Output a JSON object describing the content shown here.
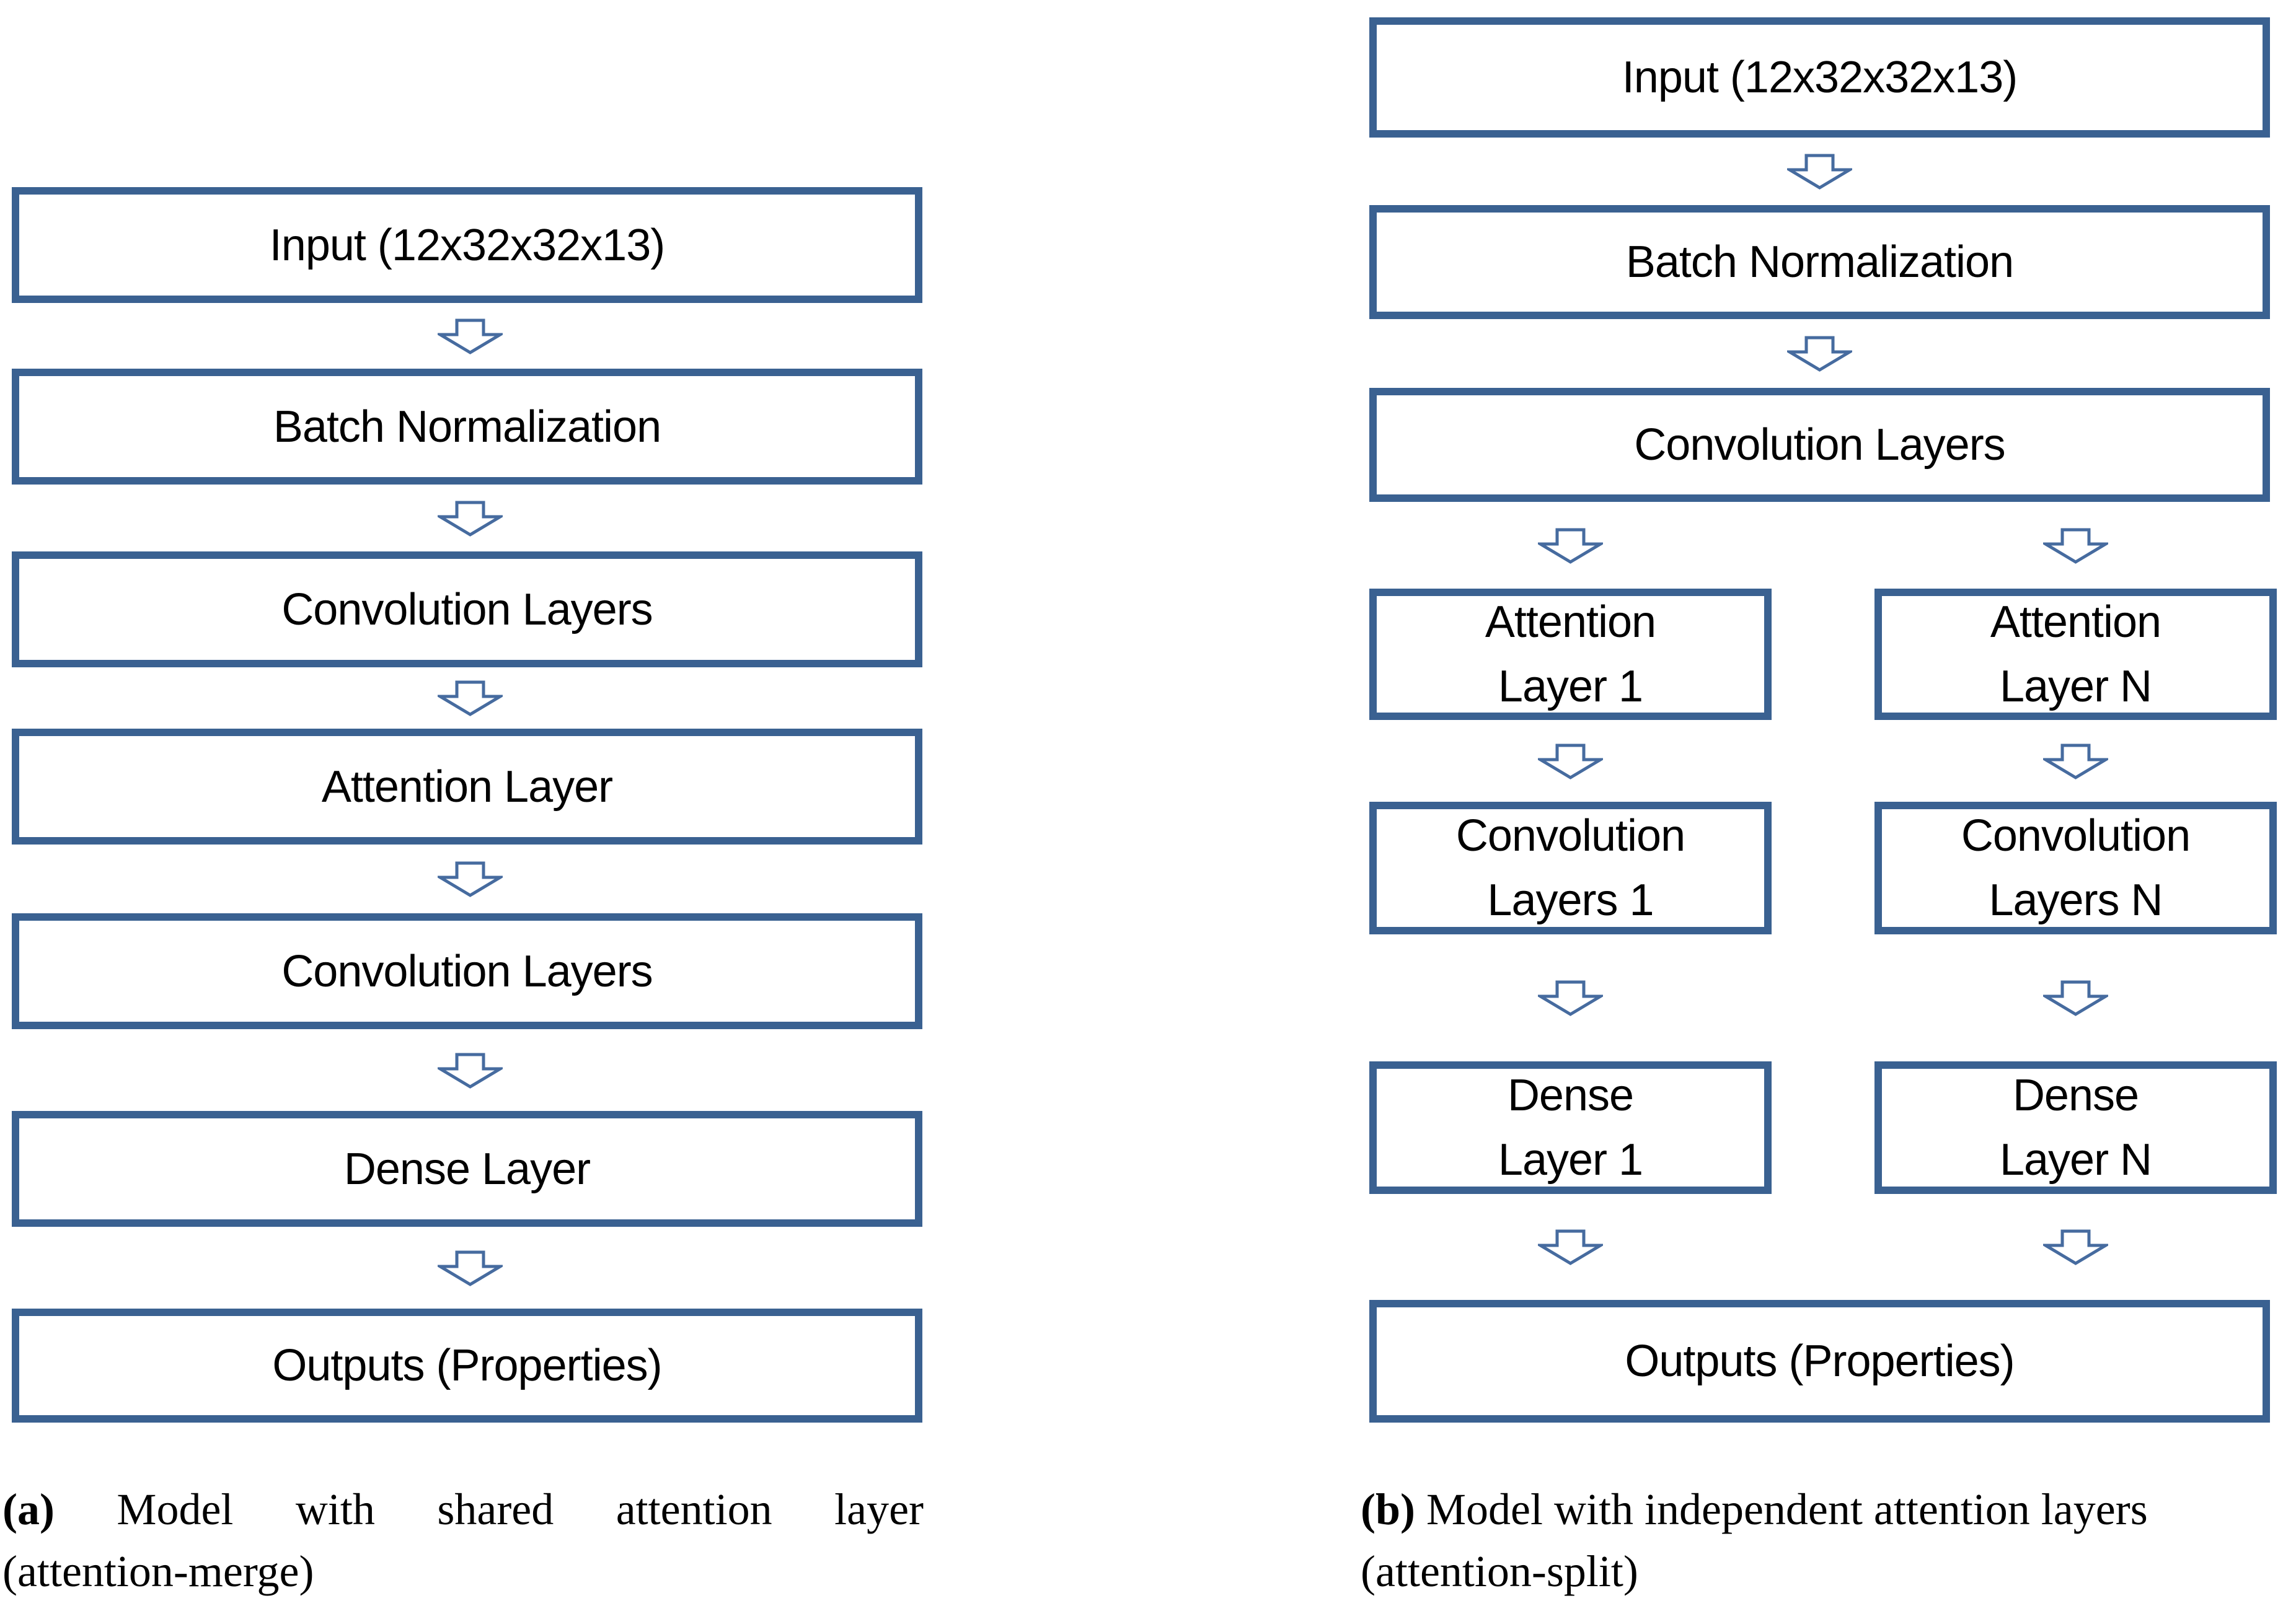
{
  "colors": {
    "box_border": "#3a6191",
    "arrow_stroke": "#466b9f",
    "text": "#000000",
    "background": "#ffffff"
  },
  "panel_a": {
    "boxes": [
      "Input (12x32x32x13)",
      "Batch Normalization",
      "Convolution Layers",
      "Attention Layer",
      "Convolution Layers",
      "Dense Layer",
      "Outputs (Properties)"
    ],
    "caption": {
      "label": "(a)",
      "line1": "Model with shared attention layer",
      "line2": "(attention-merge)"
    }
  },
  "panel_b": {
    "shared_boxes": [
      "Input (12x32x32x13)",
      "Batch Normalization",
      "Convolution Layers"
    ],
    "branch_rows": [
      {
        "left": {
          "line1": "Attention",
          "line2": "Layer 1"
        },
        "right": {
          "line1": "Attention",
          "line2": "Layer N"
        }
      },
      {
        "left": {
          "line1": "Convolution",
          "line2": "Layers 1"
        },
        "right": {
          "line1": "Convolution",
          "line2": "Layers N"
        }
      },
      {
        "left": {
          "line1": "Dense",
          "line2": "Layer 1"
        },
        "right": {
          "line1": "Dense",
          "line2": "Layer N"
        }
      }
    ],
    "output_box": "Outputs (Properties)",
    "caption": {
      "label": "(b)",
      "line1": "Model with independent attention layers",
      "line2": "(attention-split)"
    }
  }
}
